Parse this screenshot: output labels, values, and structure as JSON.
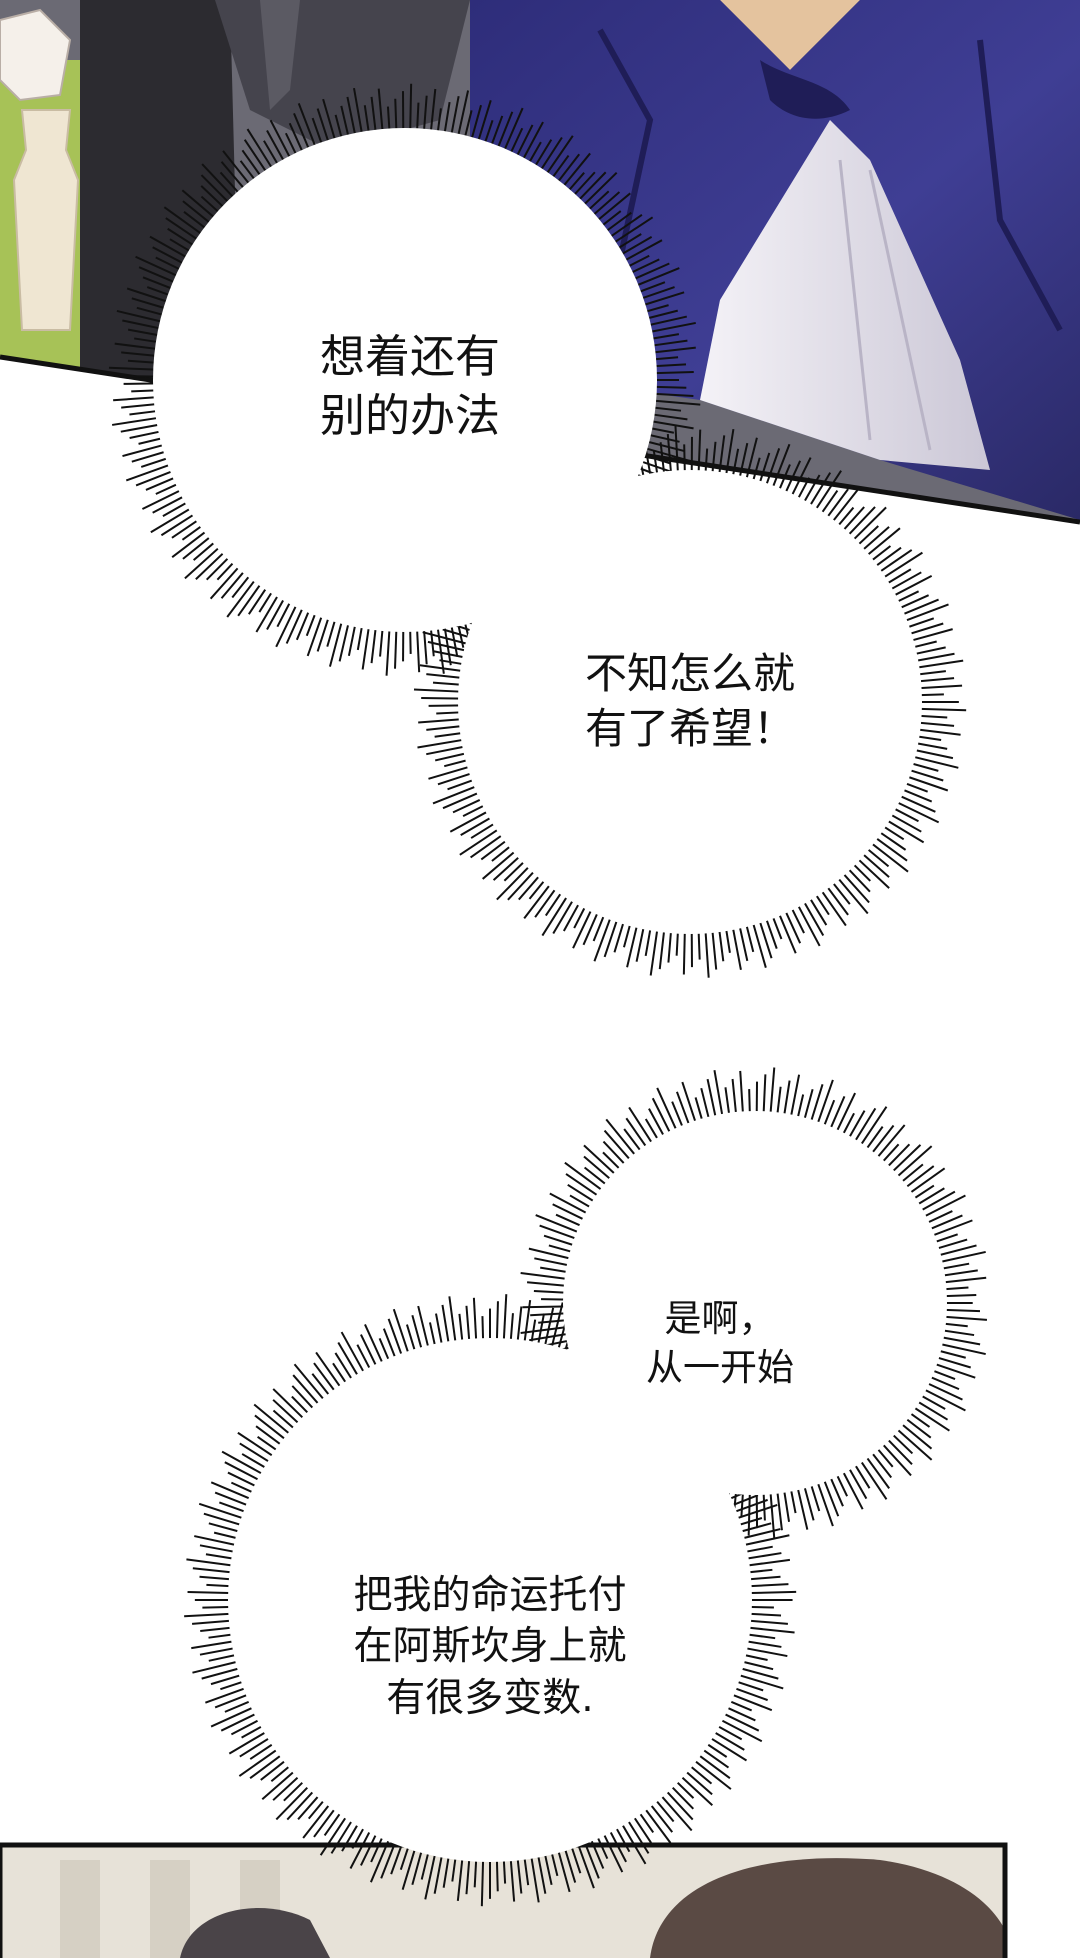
{
  "comic": {
    "panels": [
      {
        "name": "top-panel",
        "description": ""
      },
      {
        "name": "bottom-panel",
        "description": ""
      }
    ],
    "bubbles": [
      {
        "lines": [
          "想着还有",
          "别的办法"
        ]
      },
      {
        "lines": [
          "不知怎么就",
          "有了希望！"
        ]
      },
      {
        "lines": [
          "是啊，",
          "从一开始"
        ]
      },
      {
        "lines": [
          "把我的命运托付",
          "在阿斯坎身上就",
          "有很多变数."
        ]
      }
    ]
  },
  "colors": {
    "gown": "#3b3a8c",
    "gown_dark": "#1f1d57",
    "bodice": "#e9e6ef",
    "hair": "#3a3a40",
    "lawn": "#a9c35a",
    "skin": "#e7c8a6",
    "bottom_wall": "#e8e4dc",
    "bubble_outline": "#111111"
  }
}
